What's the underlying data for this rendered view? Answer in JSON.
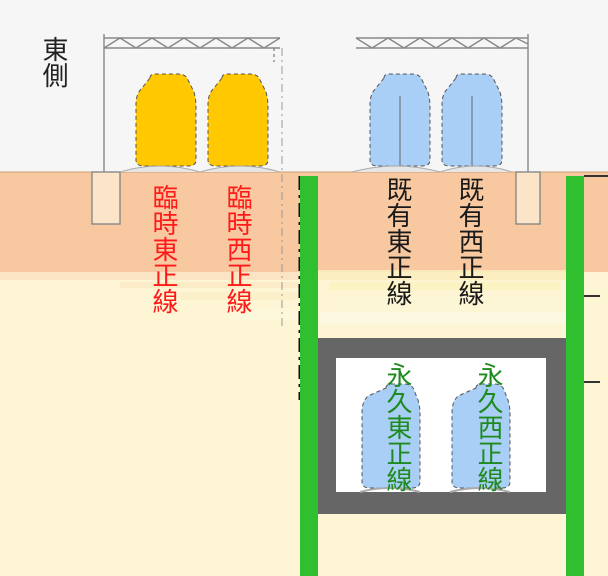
{
  "labels": {
    "side": "東側",
    "temp_east": "臨時東正線",
    "temp_west": "臨時西正線",
    "exist_east": "既有東正線",
    "exist_west": "既有西正線",
    "perm_east": "永久東正線",
    "perm_west": "永久西正線"
  },
  "colors": {
    "sky": "#f6f6f6",
    "surface_soil": "#f8c9a0",
    "lower_soil": "#fdf5d3",
    "temporary_train": "#ffc800",
    "existing_train": "#a9cff6",
    "permanent_train": "#a9cff6",
    "retaining_wall": "#2fbf2f",
    "box_frame": "#666666",
    "red_text": "#ff1a1a",
    "green_text": "#1f8a1f"
  },
  "icons": {
    "train_temporary": "train-temporary-icon",
    "train_existing": "train-existing-icon",
    "catenary_gantry": "catenary-gantry-icon"
  }
}
